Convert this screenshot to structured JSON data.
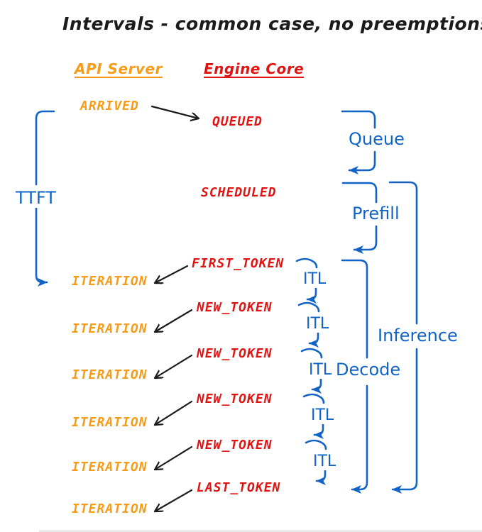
{
  "title": "Intervals - common case, no preemptions",
  "columns": {
    "api_server": "API Server",
    "engine_core": "Engine Core"
  },
  "api_events": {
    "arrived": "ARRIVED",
    "iterations": [
      "ITERATION",
      "ITERATION",
      "ITERATION",
      "ITERATION",
      "ITERATION",
      "ITERATION"
    ]
  },
  "engine_events": {
    "queued": "QUEUED",
    "scheduled": "SCHEDULED",
    "first_token": "FIRST_TOKEN",
    "new_tokens": [
      "NEW_TOKEN",
      "NEW_TOKEN",
      "NEW_TOKEN",
      "NEW_TOKEN"
    ],
    "last_token": "LAST_TOKEN"
  },
  "intervals": {
    "ttft": "TTFT",
    "queue": "Queue",
    "prefill": "Prefill",
    "decode": "Decode",
    "inference": "Inference",
    "itl": [
      "ITL",
      "ITL",
      "ITL",
      "ITL",
      "ITL"
    ]
  },
  "colors": {
    "orange": "#F59C1A",
    "red": "#E11414",
    "blue": "#1163C6",
    "ink": "#1b1b1b"
  }
}
